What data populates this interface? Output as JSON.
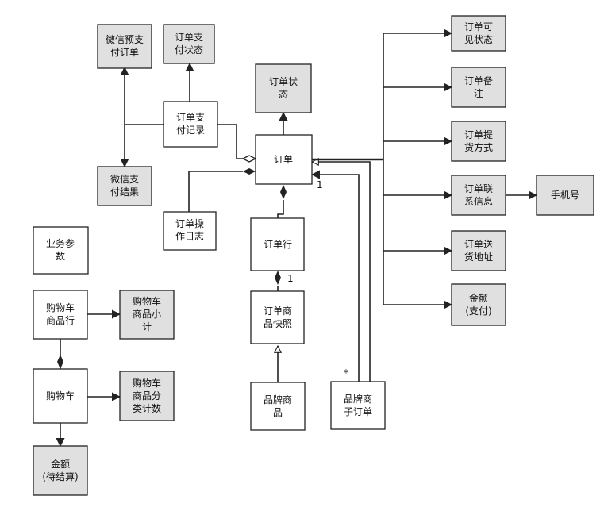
{
  "colors": {
    "white_fill": "#ffffff",
    "gray_fill": "#e0e0e0",
    "stroke": "#222222"
  },
  "nodes": {
    "wx_prepay": "微信预支\n付订单",
    "pay_status": "订单支\n付状态",
    "pay_record": "订单支\n付记录",
    "wx_result": "微信支\n付结果",
    "order_status": "订单状\n态",
    "order": "订单",
    "op_log": "订单操\n作日志",
    "order_line": "订单行",
    "goods_snapshot": "订单商\n品快照",
    "brand_goods": "品牌商\n品",
    "brand_suborder": "品牌商\n子订单",
    "visible_status": "订单可\n见状态",
    "remark": "订单备\n注",
    "delivery": "订单提\n货方式",
    "contact": "订单联\n系信息",
    "phone": "手机号",
    "address": "订单送\n货地址",
    "amount_pay": "金额\n(支付)",
    "biz_params": "业务参\n数",
    "cart_line": "购物车\n商品行",
    "cart_line_subtotal": "购物车\n商品小\n计",
    "cart": "购物车",
    "cart_category_count": "购物车\n商品分\n类计数",
    "amount_settle": "金额\n(待结算)"
  },
  "multiplicities": {
    "order_suborder": "1",
    "order_line": "1",
    "suborder_star": "*"
  }
}
